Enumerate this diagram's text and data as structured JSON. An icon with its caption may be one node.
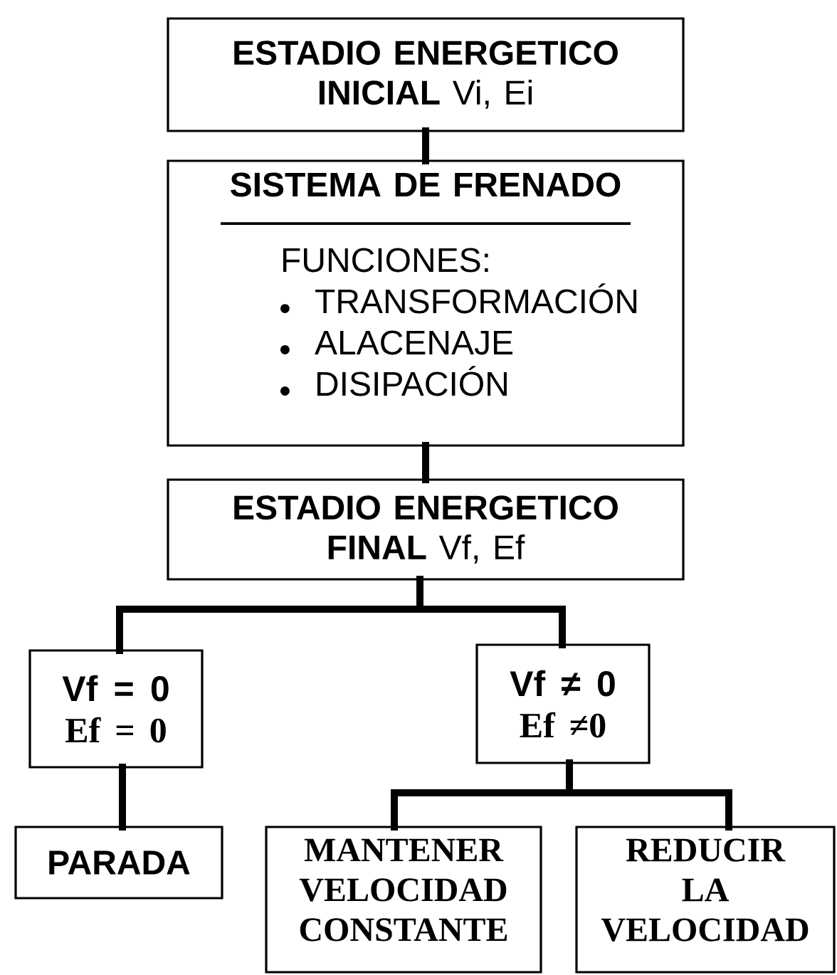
{
  "diagram": {
    "nodes": [
      {
        "text": [
          "**ESTADIO ENERGETICO INICIAL** Vi, Ei"
        ]
      },
      {
        "text": [
          "SISTEMA DE FRENADO",
          "FUNCIONES:",
          "TRANSFORMACIÓN",
          "ALACENAJE",
          "DISIPACIÓN"
        ]
      },
      {
        "text": [
          "**ESTADIO ENERGETICO FINAL** Vf, Ef"
        ]
      },
      {
        "text": [
          "Vf = 0",
          "Ef = 0"
        ]
      },
      {
        "text": [
          "Vf ≠ 0",
          "Ef ≠0"
        ]
      },
      {
        "text": [
          "PARADA"
        ]
      },
      {
        "text": [
          "MANTENER VELOCIDAD CONSTANTE"
        ]
      },
      {
        "text": [
          "REDUCIR LA VELOCIDAD"
        ]
      }
    ],
    "edges": [
      {
        "from": 0,
        "to": 1,
        "arrow": "none"
      },
      {
        "from": 1,
        "to": 2,
        "arrow": "none"
      },
      {
        "from": 2,
        "to": 3,
        "arrow": "none"
      },
      {
        "from": 2,
        "to": 4,
        "arrow": "none"
      },
      {
        "from": 3,
        "to": 5,
        "arrow": "none"
      },
      {
        "from": 4,
        "to": 6,
        "arrow": "none"
      },
      {
        "from": 4,
        "to": 7,
        "arrow": "none"
      }
    ]
  }
}
